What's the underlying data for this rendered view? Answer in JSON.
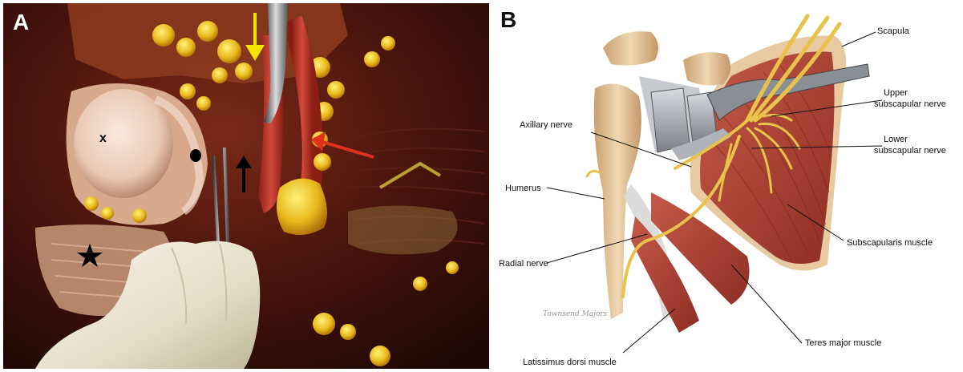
{
  "panel_a": {
    "letter": "A",
    "marker_x": "x"
  },
  "panel_b": {
    "letter": "B",
    "labels": {
      "scapula": "Scapula",
      "upper_subscapular_l1": "Upper",
      "upper_subscapular_l2": "subscapular nerve",
      "axillary": "Axillary nerve",
      "lower_subscapular_l1": "Lower",
      "lower_subscapular_l2": "subscapular nerve",
      "humerus": "Humerus",
      "subscapularis": "Subscapularis muscle",
      "radial": "Radial nerve",
      "teres_major": "Teres major muscle",
      "latissimus": "Latissimus dorsi muscle"
    },
    "signature": "Townsend Majors"
  },
  "colors": {
    "arrow_yellow": "#f5e400",
    "arrow_red": "#e0301e",
    "arrow_black": "#000000",
    "nerve": "#e8c24a",
    "muscle": "#b5483a",
    "bone": "#e3c598",
    "retractor": "#9a9fa6"
  }
}
